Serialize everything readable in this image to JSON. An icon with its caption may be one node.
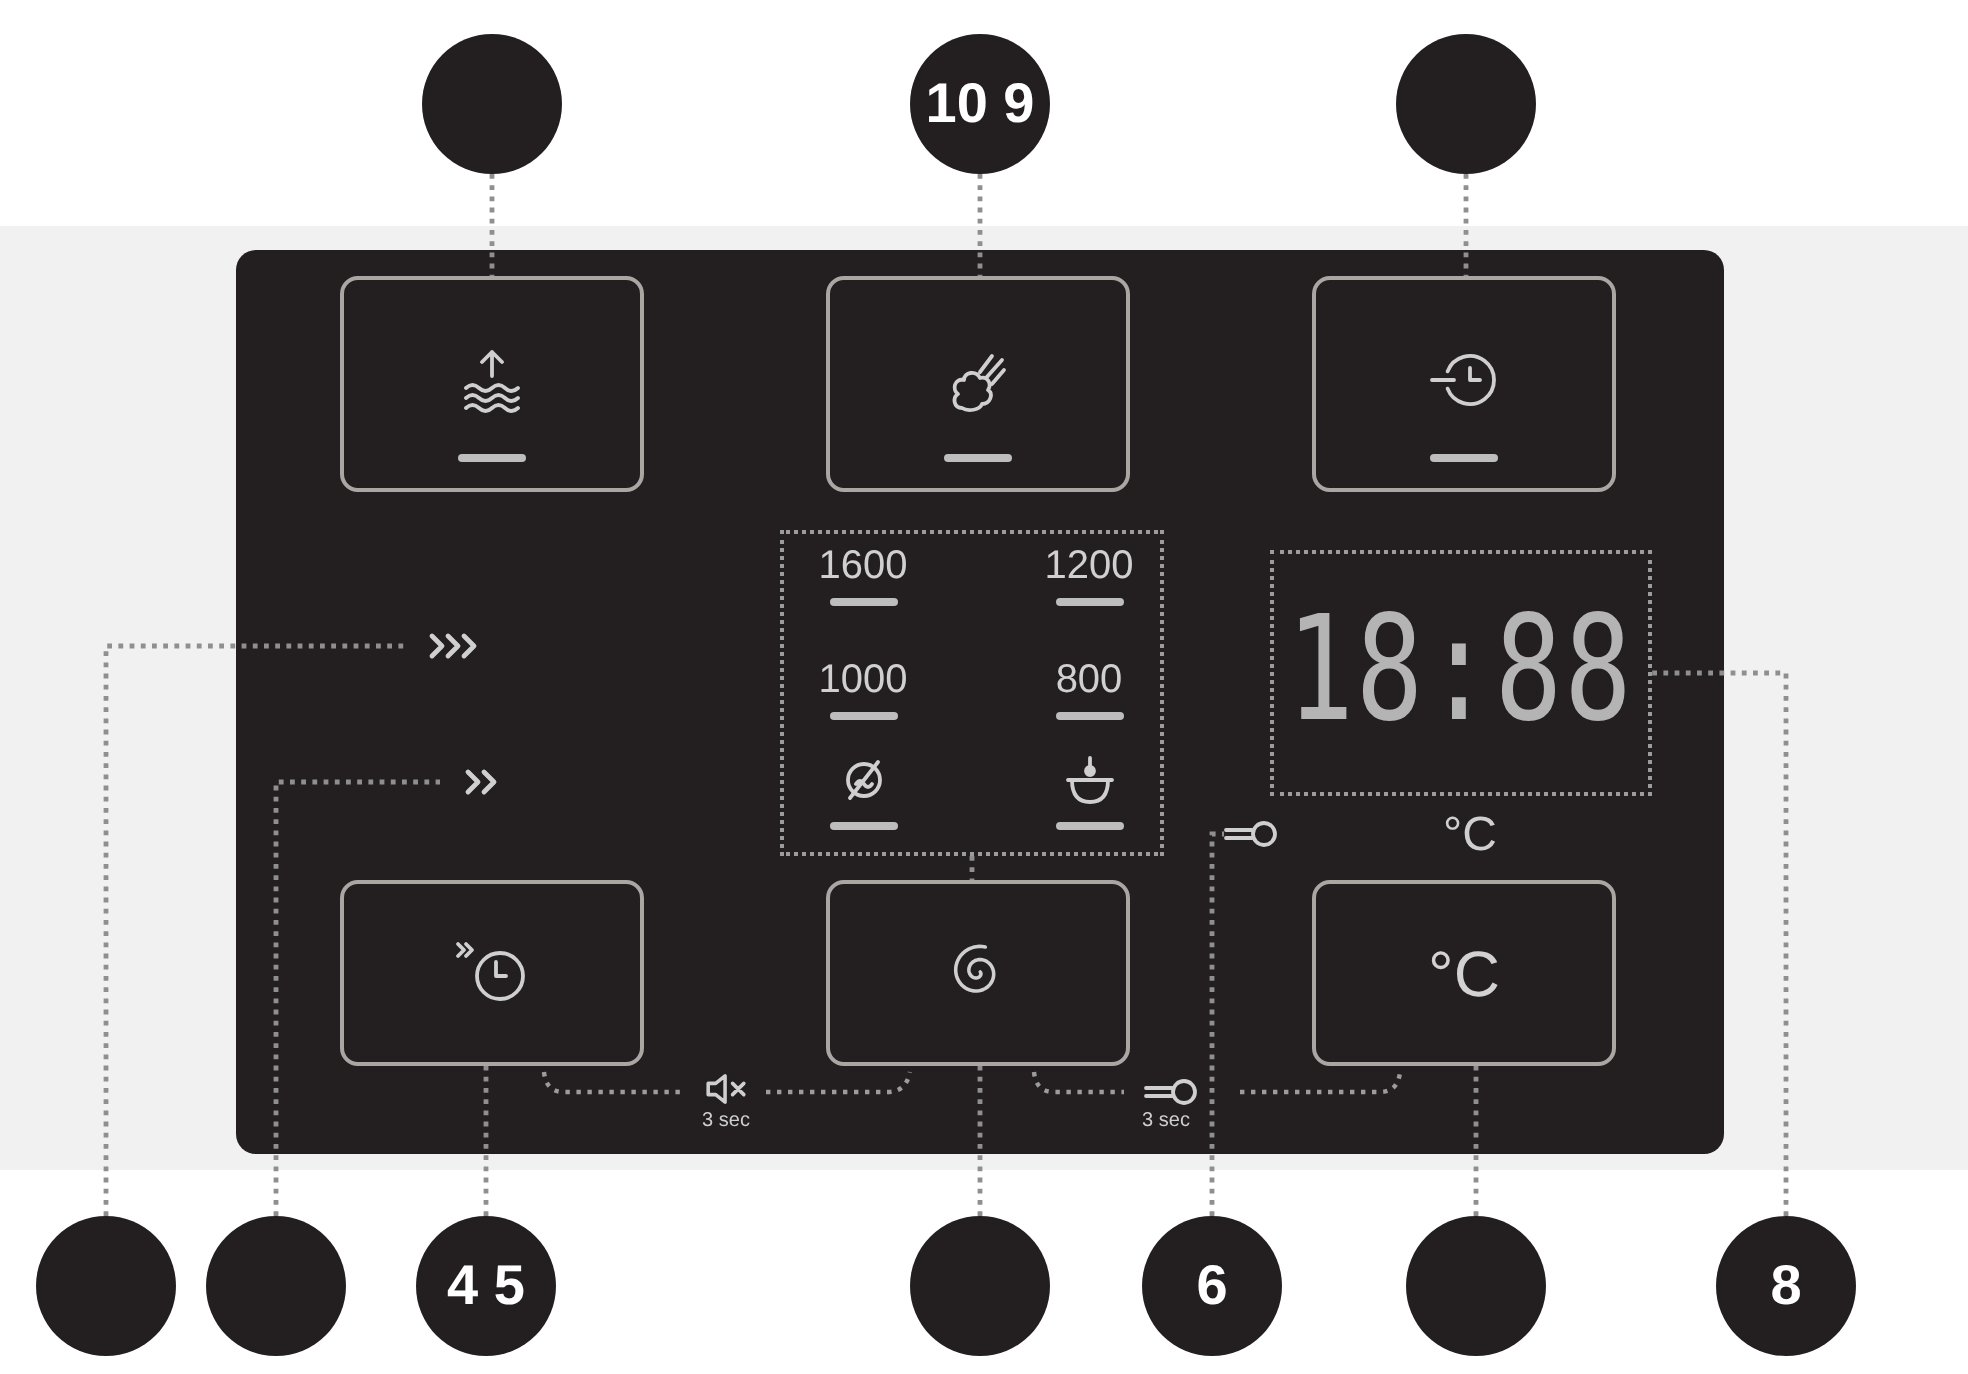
{
  "diagram": {
    "nodes": [
      {
        "text": [],
        "shape": "circle"
      },
      {
        "text": [
          "10 9"
        ]
      },
      {
        "text": [],
        "shape": "circle"
      },
      {
        "text": [],
        "shape": "box"
      },
      {
        "text": [],
        "shape": "box"
      },
      {
        "text": [],
        "shape": "box"
      },
      {
        "text": [],
        "shape": "picture"
      },
      {
        "text": [
          "1600",
          "1200",
          "1000",
          "800"
        ]
      },
      {
        "text": [
          "18:88"
        ]
      },
      {
        "text": [],
        "shape": "picture"
      },
      {
        "text": [],
        "shape": "picture"
      },
      {
        "text": [],
        "shape": "box"
      },
      {
        "text": [],
        "shape": "box"
      },
      {
        "text": [
          "°C"
        ]
      },
      {
        "text": [],
        "shape": "circle"
      },
      {
        "text": [],
        "shape": "circle"
      },
      {
        "text": [
          "4 5"
        ]
      },
      {
        "text": [],
        "shape": "circle"
      },
      {
        "text": [
          "6"
        ]
      },
      {
        "text": [],
        "shape": "circle"
      },
      {
        "text": [
          "8"
        ]
      }
    ],
    "edges": [
      {
        "from": 0,
        "to": 3,
        "arrow": "none"
      },
      {
        "from": 1,
        "to": 4,
        "arrow": "none"
      },
      {
        "from": 2,
        "to": 5,
        "arrow": "none"
      },
      {
        "from": 7,
        "to": 12,
        "arrow": "none"
      },
      {
        "from": 14,
        "to": 6,
        "arrow": "none"
      },
      {
        "from": 15,
        "to": 9,
        "arrow": "none"
      },
      {
        "from": 16,
        "to": 11,
        "arrow": "none"
      },
      {
        "from": 17,
        "to": 12,
        "arrow": "none"
      },
      {
        "from": 18,
        "to": 10,
        "arrow": "none"
      },
      {
        "from": 19,
        "to": 13,
        "arrow": "none"
      },
      {
        "from": 20,
        "to": 8,
        "arrow": "none"
      }
    ],
    "labels": [
      "°C",
      "3 sec",
      "3 sec"
    ]
  }
}
